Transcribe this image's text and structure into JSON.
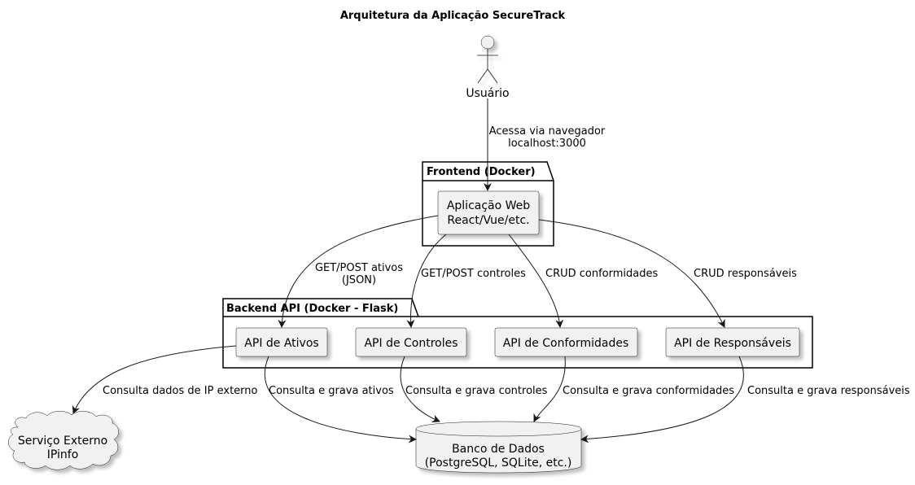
{
  "title": "Arquitetura da Aplicação SecureTrack",
  "actor": {
    "label": "Usuário"
  },
  "packages": {
    "frontend": "Frontend (Docker)",
    "backend": "Backend API (Docker - Flask)"
  },
  "nodes": {
    "webapp": [
      "Aplicação Web",
      "React/Vue/etc."
    ],
    "api_ativos": "API de Ativos",
    "api_controles": "API de Controles",
    "api_conformidades": "API de Conformidades",
    "api_responsaveis": "API de Responsáveis",
    "external": [
      "Serviço Externo",
      "IPinfo"
    ],
    "database": [
      "Banco de Dados",
      "(PostgreSQL, SQLite, etc.)"
    ]
  },
  "edges": {
    "user_to_web": [
      "Acessa via navegador",
      "localhost:3000"
    ],
    "web_to_ativos": [
      "GET/POST ativos",
      "(JSON)"
    ],
    "web_to_controles": "GET/POST controles",
    "web_to_conformidades": "CRUD conformidades",
    "web_to_responsaveis": "CRUD responsáveis",
    "ativos_to_external": "Consulta dados de IP externo",
    "ativos_to_db": "Consulta e grava ativos",
    "controles_to_db": "Consulta e grava controles",
    "conformidades_to_db": "Consulta e grava conformidades",
    "responsaveis_to_db": "Consulta e grava responsáveis"
  }
}
